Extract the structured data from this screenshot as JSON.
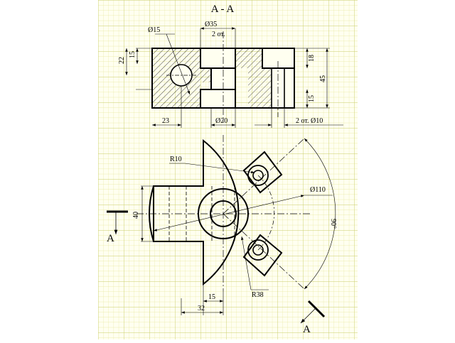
{
  "section_title": "A - A",
  "section_view": {
    "dia_hole_side": "Ø15",
    "dia_top_bore": "Ø35",
    "top_bore_count": "2 от.",
    "dim_left_outer": "22",
    "dim_left_inner": "15",
    "dim_right_top": "18",
    "dim_right_overall": "45",
    "dim_right_bottom": "15",
    "dim_bottom_left": "23",
    "dia_bottom_bore": "Ø20",
    "bottom_holes_note": "2 от. Ø10"
  },
  "plan_view": {
    "radius_small": "R10",
    "diameter_overall": "Ø110",
    "width_tab": "40",
    "angle": "90°",
    "radius_arc": "R38",
    "dim_15": "15",
    "dim_32": "32",
    "cut_label_left": "A",
    "cut_label_right": "A"
  },
  "colors": {
    "grid_fine": "#e6e69a",
    "grid_major": "#c9cc6a",
    "background": "#fffff0",
    "line": "#000000"
  }
}
